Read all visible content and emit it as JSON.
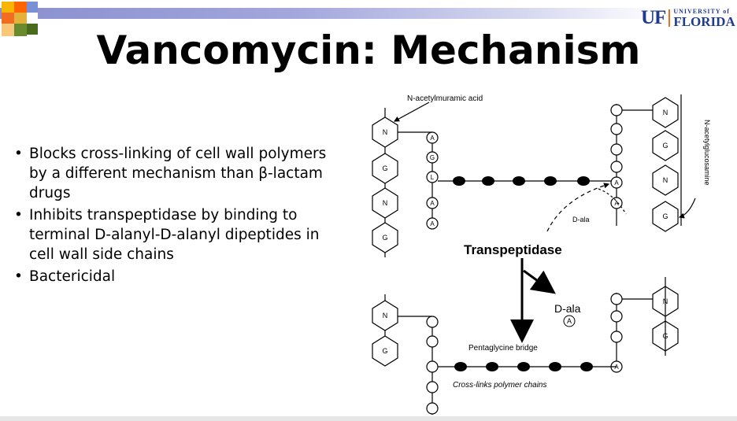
{
  "logo": {
    "uf": "UF",
    "small": "UNIVERSITY of",
    "big": "FLORIDA"
  },
  "title": "Vancomycin:  Mechanism",
  "bullets": [
    {
      "lines": [
        "Blocks cross-linking of cell wall polymers",
        "by a different mechanism than β-lactam",
        "drugs"
      ]
    },
    {
      "lines": [
        "Inhibits transpeptidase by binding to",
        "terminal D-alanyl-D-alanyl dipeptides in",
        "cell wall side chains"
      ]
    },
    {
      "lines": [
        "Bactericidal"
      ]
    }
  ],
  "diagram": {
    "label_nam": "N-acetylmuramic acid",
    "label_nag": "N-acetylglucosamine",
    "transpeptidase": "Transpeptidase",
    "dala_small": "D-ala",
    "dala_product": "D-ala",
    "pentaglycine": "Pentaglycine bridge",
    "crosslinks": "Cross-links polymer chains",
    "letters": {
      "n": "N",
      "g": "G",
      "a": "A",
      "l": "L"
    }
  },
  "colors": {
    "bar": "#8a8fcf",
    "logo": "#1f3b8f",
    "accent": "#f36d21"
  }
}
